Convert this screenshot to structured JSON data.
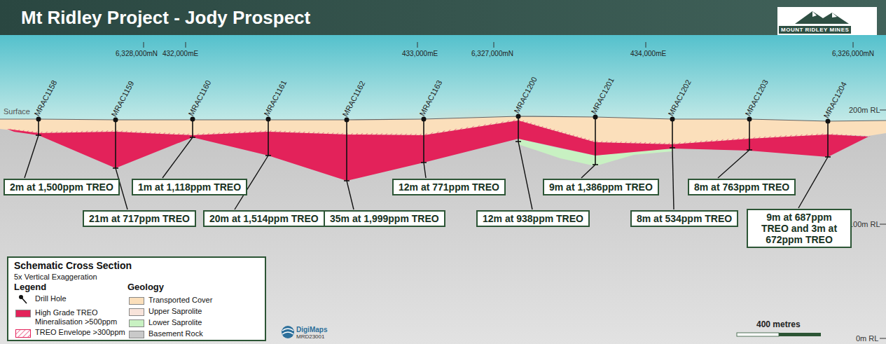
{
  "diagram": {
    "title": "Mt Ridley Project - Jody Prospect",
    "nodes": [
      {
        "text": [
          "2m at 1,500ppm TREO"
        ]
      },
      {
        "text": [
          "21m at 717ppm TREO"
        ]
      },
      {
        "text": [
          "1m at 1,118ppm TREO"
        ]
      },
      {
        "text": [
          "20m at 1,514ppm TREO"
        ]
      },
      {
        "text": [
          "35m at 1,999ppm TREO"
        ]
      },
      {
        "text": [
          "12m at 771ppm TREO"
        ]
      },
      {
        "text": [
          "12m at 938ppm TREO"
        ]
      },
      {
        "text": [
          "9m at 1,386ppm TREO"
        ]
      },
      {
        "text": [
          "8m at 534ppm TREO"
        ]
      },
      {
        "text": [
          "8m at 763ppm TREO"
        ]
      },
      {
        "text": [
          "9m at 687ppm TREO and 3m at 672ppm TREO"
        ]
      },
      {
        "text": [
          "Schematic Cross Section",
          "5x Vertical Exaggeration",
          "Legend",
          "Geology"
        ]
      }
    ],
    "labels": [
      "MOUNT RIDLEY MINES",
      "6,328,000mN",
      "432,000mE",
      "433,000mE",
      "6,327,000mN",
      "434,000mE",
      "6,326,000mN",
      "Surface",
      "MRAC1158",
      "MRAC1159",
      "MRAC1160",
      "MRAC1161",
      "MRAC1162",
      "MRAC1163",
      "MRAC1200",
      "MRAC1201",
      "MRAC1202",
      "MRAC1203",
      "MRAC1204",
      "200m RL",
      "100m RL",
      "0m RL",
      "400 metres",
      "DigiMaps",
      "MRD23001"
    ],
    "legend": [
      {
        "text": "Drill Hole"
      },
      {
        "text": "High Grade TREO Mineralisation >500ppm",
        "color": "#e3225a"
      },
      {
        "text": "TREO Envelope >300ppm"
      },
      {
        "text": "Transported Cover",
        "color": "#fbdfbb"
      },
      {
        "text": "Upper Saprolite",
        "color": "#f8e3da"
      },
      {
        "text": "Lower Saprolite",
        "color": "#c8f1c2"
      },
      {
        "text": "Basement Rock",
        "color": "#c9c9c9"
      }
    ]
  }
}
